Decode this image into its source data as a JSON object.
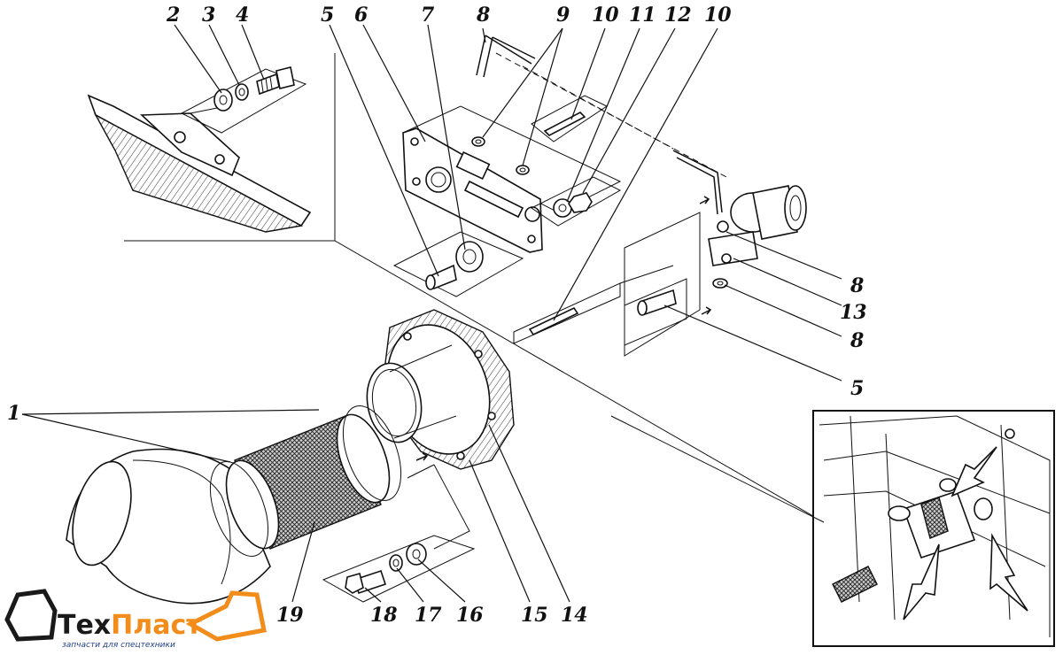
{
  "labels": {
    "l1": "1",
    "l2": "2",
    "l3": "3",
    "l4": "4",
    "l5a": "5",
    "l6": "6",
    "l7": "7",
    "l8a": "8",
    "l9": "9",
    "l10a": "10",
    "l11": "11",
    "l12": "12",
    "l10b": "10",
    "l8b": "8",
    "l13": "13",
    "l8c": "8",
    "l5b": "5",
    "l19": "19",
    "l18": "18",
    "l17": "17",
    "l16": "16",
    "l15": "15",
    "l14": "14"
  },
  "logo": {
    "name_part1": "Тех",
    "name_part2": "Пласт",
    "tagline": "запчасти для спецтехники",
    "color_dark": "#1a1a1a",
    "color_orange": "#f28c1a",
    "color_blue": "#1f3f8f"
  }
}
